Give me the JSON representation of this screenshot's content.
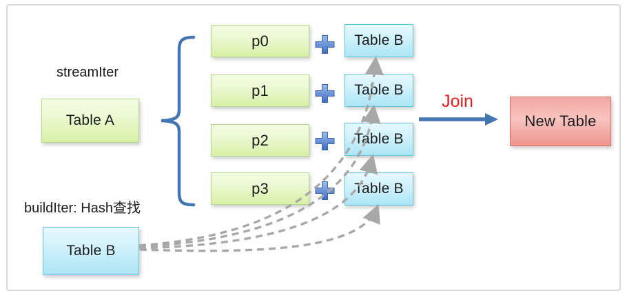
{
  "labels": {
    "stream": "streamIter",
    "build": "buildIter: Hash查找",
    "join": "Join"
  },
  "boxes": {
    "table_a": "Table A",
    "build_table_b": "Table B",
    "new_table": "New Table"
  },
  "partitions": [
    {
      "label": "p0",
      "table": "Table B"
    },
    {
      "label": "p1",
      "table": "Table B"
    },
    {
      "label": "p2",
      "table": "Table B"
    },
    {
      "label": "p3",
      "table": "Table B"
    }
  ],
  "icons": {
    "plus": "plus-icon",
    "brace": "left-curly-brace",
    "join_arrow": "right-arrow",
    "connectors": "dashed-curved-arrows"
  },
  "colors": {
    "partition_green": "#d9f0a6",
    "table_b_cyan": "#abe5f6",
    "new_table_red": "#ef938d",
    "join_text_red": "#ee1b1b",
    "arrow_brace_blue": "#4576b4",
    "plus_blue": "#4a79c4",
    "connector_gray": "#a8a8a8",
    "frame_gray": "#d8d8d8"
  }
}
